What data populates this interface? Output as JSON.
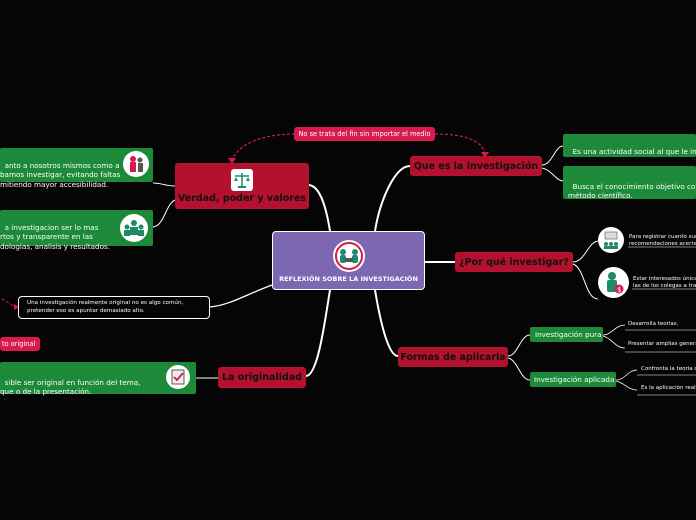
{
  "center": {
    "label": "REFLEXIÓN SOBRE LA INVESTIGACIÓN"
  },
  "left": {
    "verdad": {
      "title": "Verdad, poder y valores",
      "item1": "anto a nosotros mismos como a\nbamos investigar, evitando faltas\nmitiendo mayor accesibilidad.",
      "item2": "a investigacion ser lo mas\nrtos y transparente en las\ndologias, analisis y resultados."
    },
    "originalidad": {
      "title": "La originalidad",
      "note": "Una investigación realmente original no es algo común, pretender eso es apuntar demasiado alto.",
      "pink": "to original",
      "item": "sible ser original en función del tema,\nque o de la presentación."
    }
  },
  "right": {
    "que_es": {
      "title": "Que es la investigación",
      "item1": "Es una actividad social al que le influ\nmotivaciones y valores del que inves",
      "item2": "Busca el conocimiento objetivo con e\nmétodo científico."
    },
    "por_que": {
      "title": "¿Por qué investigar?",
      "item1": "Para registrar cuanto suce\nrecomendaciones acertad",
      "item2": "Estar interesados únicam\nlas de los colegas a travé"
    },
    "formas": {
      "title": "Formas de aplicarla",
      "pura": {
        "label": "Investigación pura",
        "sub1": "Desarrolla teorías.",
        "sub2": "Presentar amplias generaliz"
      },
      "aplicada": {
        "label": "Investigación aplicada",
        "sub1": "Confronta la teoría co",
        "sub2": "Es la aplicación real d"
      }
    }
  },
  "relation": {
    "label": "No se trata del fin sin importar el medio"
  },
  "colors": {
    "background": "#050505",
    "center": "#7b68b0",
    "topic": "#b3112e",
    "subtopic": "#1d8a3a",
    "relation": "#d81b4d"
  }
}
